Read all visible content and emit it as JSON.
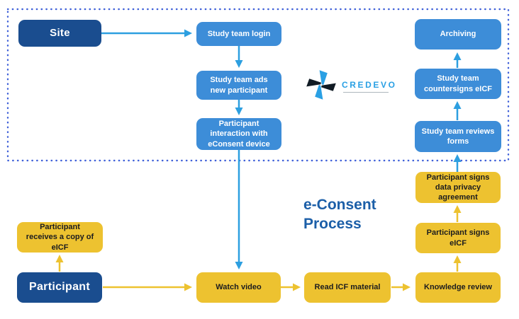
{
  "title": "e-Consent Process",
  "logo": {
    "name": "CREDEVO"
  },
  "colors": {
    "dark_blue_box": "#1A4D8F",
    "medium_blue_box": "#3D8DD8",
    "yellow_box": "#EDC230",
    "arrow_blue": "#2D9FE0",
    "arrow_yellow": "#EDC230",
    "dashed_boundary": "#4162D9",
    "title_text": "#1C5FA8",
    "logo_text": "#2AA0E4"
  },
  "nodes": [
    {
      "id": "site",
      "label": "Site"
    },
    {
      "id": "study-team-login",
      "label": "Study team login"
    },
    {
      "id": "study-team-adds-participant",
      "label": "Study team ads new participant"
    },
    {
      "id": "participant-interaction",
      "label": "Participant interaction with eConsent device"
    },
    {
      "id": "archiving",
      "label": "Archiving"
    },
    {
      "id": "study-team-countersigns",
      "label": "Study team countersigns eICF"
    },
    {
      "id": "study-team-reviews-forms",
      "label": "Study team reviews forms"
    },
    {
      "id": "participant-signs-privacy",
      "label": "Participant signs data privacy agreement"
    },
    {
      "id": "participant-signs-eicf",
      "label": "Participant signs eICF"
    },
    {
      "id": "knowledge-review",
      "label": "Knowledge review"
    },
    {
      "id": "read-icf-material",
      "label": "Read ICF material"
    },
    {
      "id": "watch-video",
      "label": "Watch video"
    },
    {
      "id": "participant",
      "label": "Participant"
    },
    {
      "id": "participant-receives-copy",
      "label": "Participant receives a copy of eICF"
    }
  ]
}
